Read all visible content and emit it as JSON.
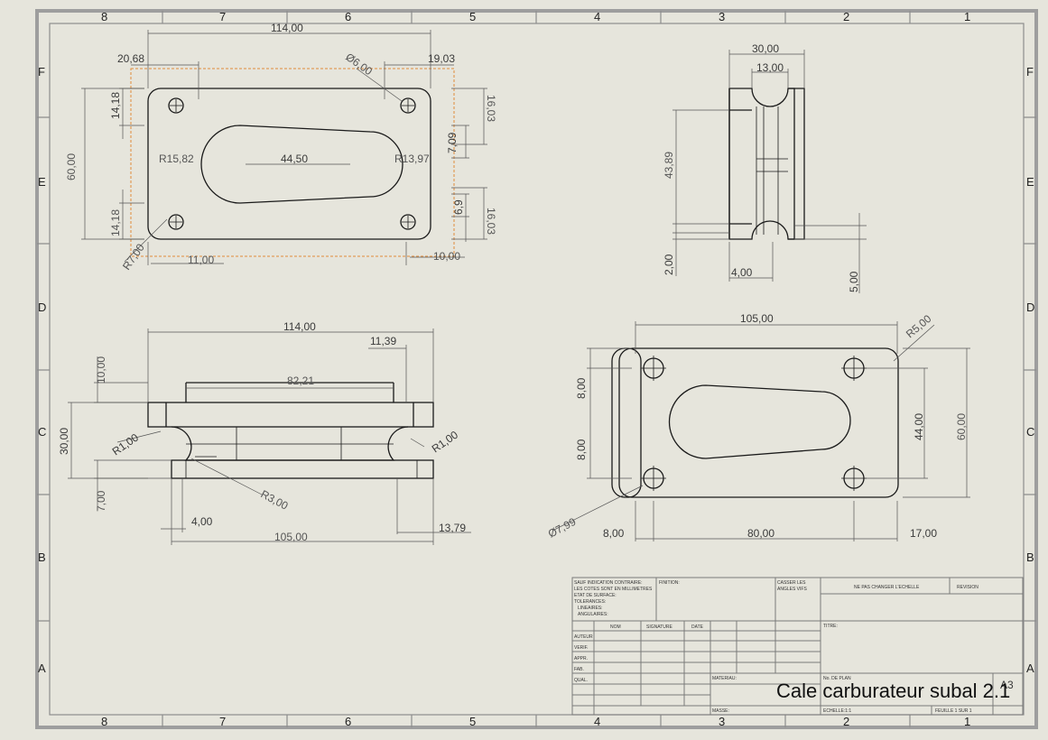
{
  "zones": {
    "columns": [
      "8",
      "7",
      "6",
      "5",
      "4",
      "3",
      "2",
      "1"
    ],
    "rows": [
      "F",
      "E",
      "D",
      "C",
      "B",
      "A"
    ]
  },
  "top_view": {
    "d1": "114,00",
    "d2": "20,68",
    "d3": "19,03",
    "d4": "Ø6,00",
    "d5": "14,18",
    "d6": "16,03",
    "d7": "7,09",
    "d8": "R15,82",
    "d9": "44,50",
    "d10": "R13,97",
    "d11": "60,00",
    "d12": "6,9",
    "d13": "14,18",
    "d14": "16,03",
    "d15": "R7,00",
    "d16": "11,00",
    "d17": "10,00"
  },
  "side_view": {
    "d1": "30,00",
    "d2": "13,00",
    "d3": "43,89",
    "d4": "2,00",
    "d5": "4,00",
    "d6": "5,00"
  },
  "front_view": {
    "d1": "114,00",
    "d2": "11,39",
    "d3": "10,00",
    "d4": "82,21",
    "d5": "30,00",
    "d6": "R1,00",
    "d7": "R1,00",
    "d8": "7,00",
    "d9": "R3,00",
    "d10": "4,00",
    "d11": "13,79",
    "d12": "105,00"
  },
  "bottom_view": {
    "d1": "105,00",
    "d2": "R5,00",
    "d3": "8,00",
    "d4": "8,00",
    "d5": "44,00",
    "d6": "60,00",
    "d7": "Ø7,99",
    "d8": "8,00",
    "d9": "80,00",
    "d10": "17,00"
  },
  "title_block": {
    "note_lines": [
      "SAUF INDICATION CONTRAIRE:",
      "LES COTES SONT EN MILLIMETRES",
      "ETAT DE SURFACE:",
      "TOLERANCES:",
      "LINEAIRES:",
      "ANGULAIRES:"
    ],
    "finition": "FINITION:",
    "casser": "CASSER LES",
    "angles_vifs": "ANGLES VIFS",
    "ne_pas_changer": "NE PAS CHANGER L'ECHELLE",
    "revision": "REVISION",
    "col_nom": "NOM",
    "col_signature": "SIGNATURE",
    "col_date": "DATE",
    "rows": [
      "AUTEUR",
      "VERIF.",
      "APPR.",
      "FAB.",
      "QUAL."
    ],
    "titre": "TITRE:",
    "materiau": "MATERIAU:",
    "no_de_plan": "No. DE PLAN",
    "masse": "MASSE:",
    "echelle": "ECHELLE:1:1",
    "feuille": "FEUILLE 1 SUR 1",
    "size": "A3",
    "title": "Cale carburateur subal 2.1"
  }
}
